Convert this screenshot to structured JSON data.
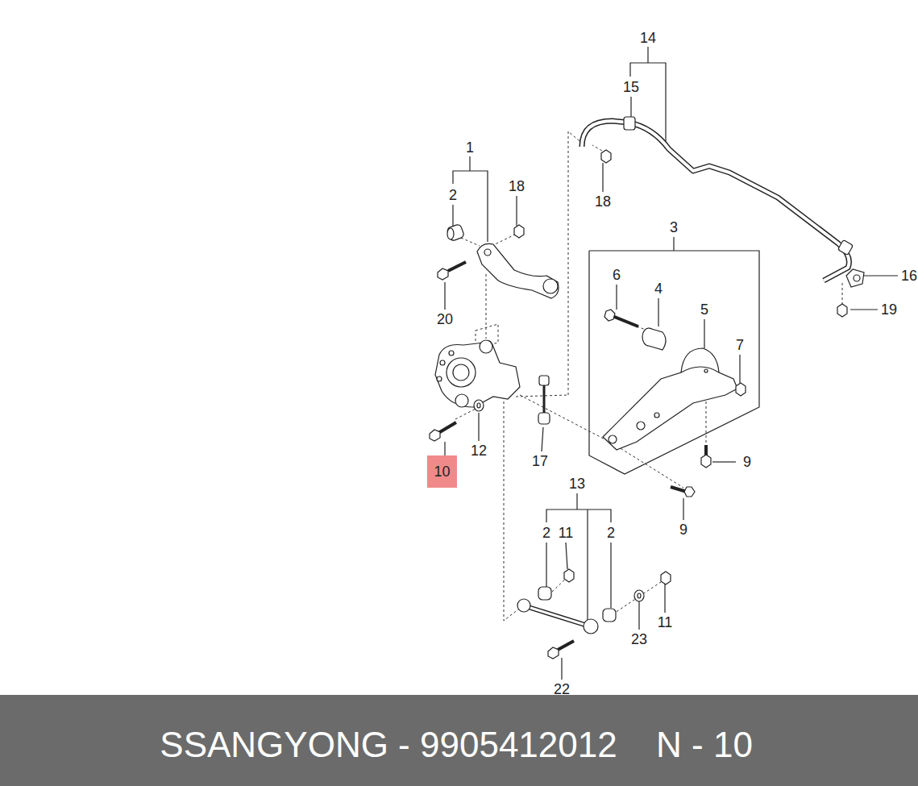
{
  "diagram": {
    "nodes": [
      {
        "text": [
          "10"
        ]
      },
      {
        "text": [
          "SSANGYONG - 9905412012",
          "N - 10"
        ]
      }
    ],
    "labels": [
      "14",
      "15",
      "1",
      "2",
      "18",
      "18",
      "3",
      "16",
      "6",
      "4",
      "5",
      "20",
      "19",
      "7",
      "12",
      "9",
      "17",
      "13",
      "9",
      "2",
      "11",
      "2",
      "23",
      "11",
      "22"
    ]
  }
}
